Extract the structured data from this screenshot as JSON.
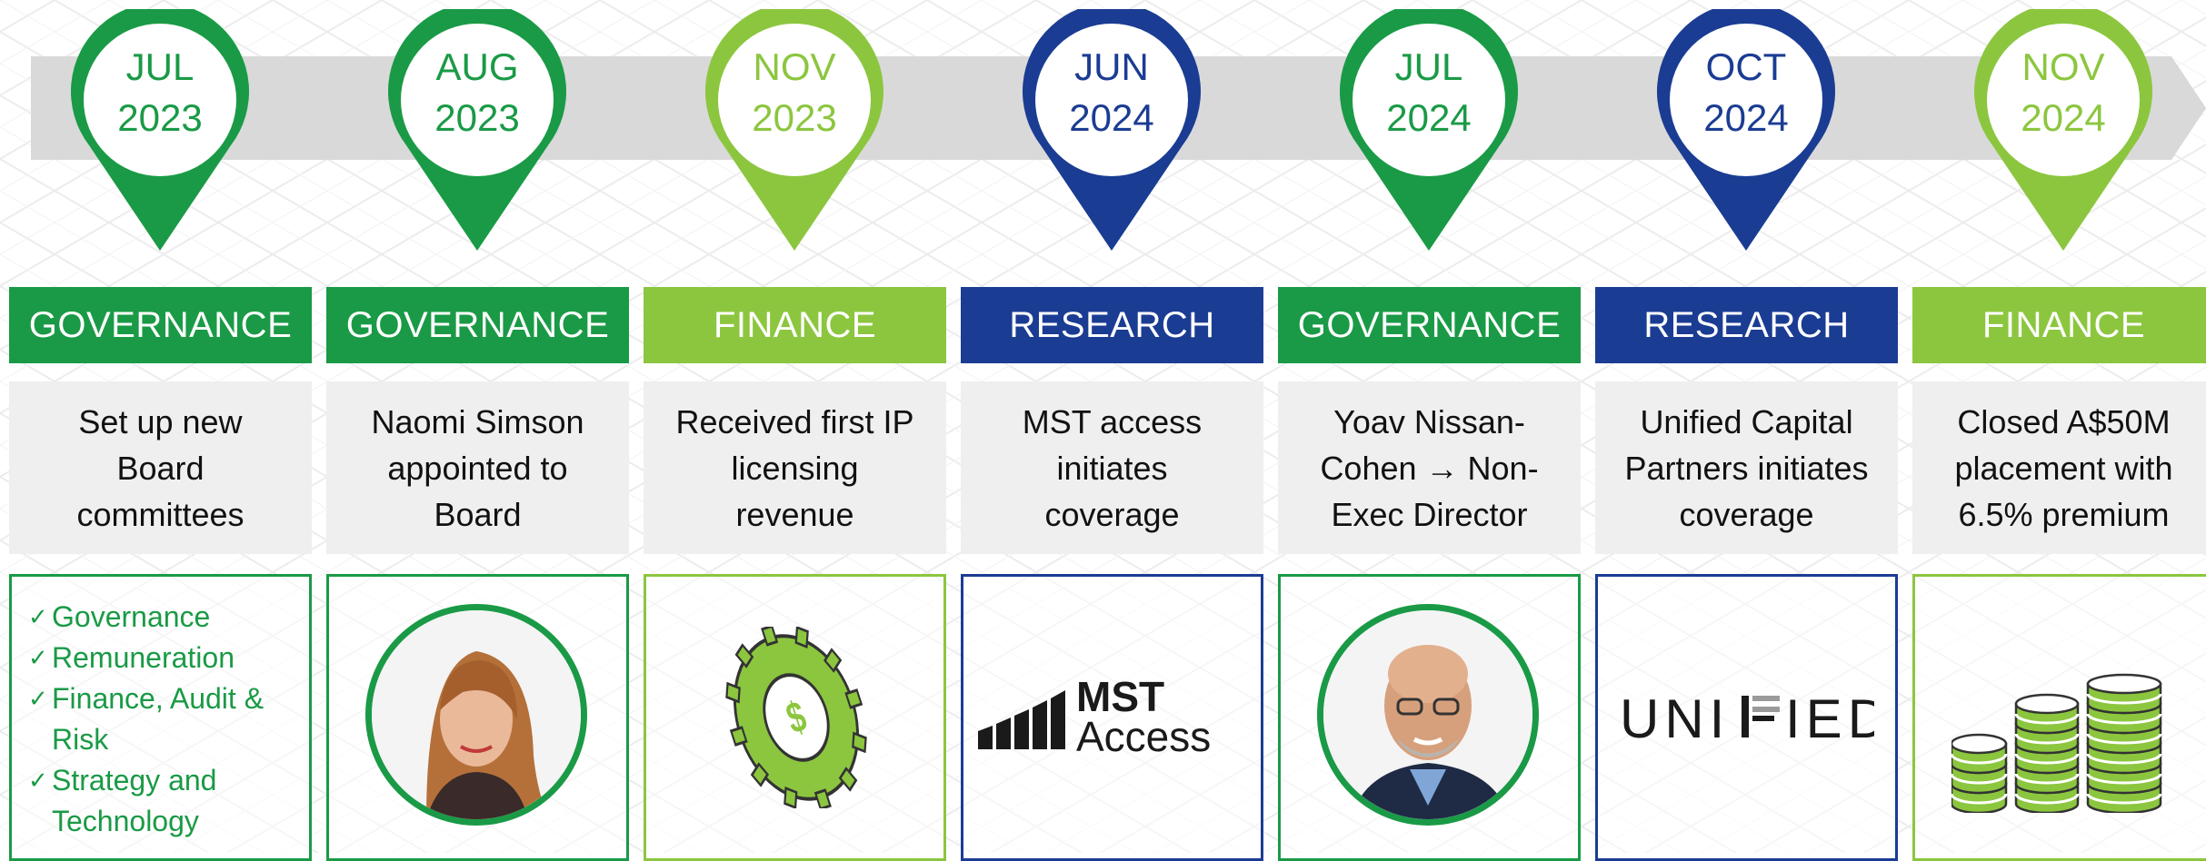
{
  "colors": {
    "green": "#1a9a46",
    "lime": "#8cc63f",
    "navy": "#1b3c93",
    "bar_grey": "#d9d9d9",
    "desc_grey": "#efefef"
  },
  "milestones": [
    {
      "month": "JUL",
      "year": "2023",
      "category": "GOVERNANCE",
      "description": [
        "Set up new",
        "Board",
        "committees"
      ],
      "media": "checklist",
      "checklist": [
        "Governance",
        "Remuneration",
        "Finance, Audit &",
        "Risk",
        "Strategy and",
        "Technology"
      ]
    },
    {
      "month": "AUG",
      "year": "2023",
      "category": "GOVERNANCE",
      "description": [
        "Naomi Simson",
        "appointed to",
        "Board"
      ],
      "media": "portrait-woman-icon"
    },
    {
      "month": "NOV",
      "year": "2023",
      "category": "FINANCE",
      "description": [
        "Received first IP",
        "licensing",
        "revenue"
      ],
      "media": "gear-dollar-icon"
    },
    {
      "month": "JUN",
      "year": "2024",
      "category": "RESEARCH",
      "description": [
        "MST access",
        "initiates",
        "coverage"
      ],
      "media": "mst-access-logo",
      "logo_text": [
        "MST",
        "Access"
      ]
    },
    {
      "month": "JUL",
      "year": "2024",
      "category": "GOVERNANCE",
      "description": [
        "Yoav Nissan-",
        "Cohen → Non-",
        "Exec Director"
      ],
      "media": "portrait-man-icon"
    },
    {
      "month": "OCT",
      "year": "2024",
      "category": "RESEARCH",
      "description": [
        "Unified Capital",
        "Partners initiates",
        "coverage"
      ],
      "media": "unified-logo",
      "logo_text": [
        "UNI",
        "IED"
      ]
    },
    {
      "month": "NOV",
      "year": "2024",
      "category": "FINANCE",
      "description": [
        "Closed A$50M",
        "placement with",
        "6.5% premium"
      ],
      "media": "coin-stacks-icon"
    }
  ]
}
